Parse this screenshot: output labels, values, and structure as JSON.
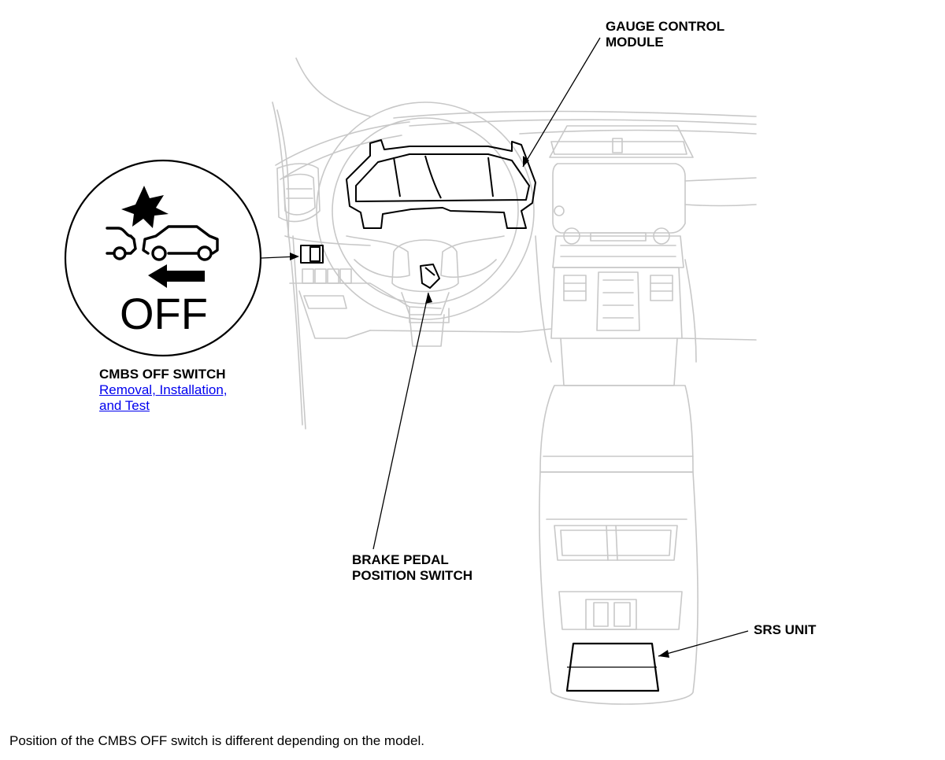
{
  "callouts": {
    "gauge_control_module": [
      "GAUGE CONTROL",
      "MODULE"
    ],
    "cmbs_off_switch": "CMBS OFF SWITCH",
    "brake_pedal_position_switch": [
      "BRAKE PEDAL",
      "POSITION SWITCH"
    ],
    "srs_unit": "SRS UNIT"
  },
  "links": {
    "removal_installation": [
      "Removal, Installation,",
      "and Test"
    ]
  },
  "inset": {
    "icon": "cmbs-off-icon",
    "label": "OFF"
  },
  "note": "Position of the CMBS OFF switch is different depending on the model.",
  "colors": {
    "line_art": "#c8c8c8",
    "leader": "#000000",
    "link": "#0000ee"
  }
}
